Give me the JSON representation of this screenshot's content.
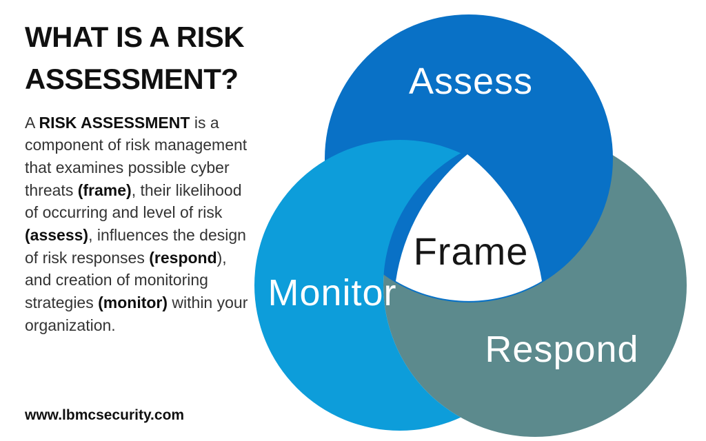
{
  "page": {
    "background": "#ffffff"
  },
  "left_panel": {
    "title": "WHAT IS A RISK ASSESSMENT?",
    "paragraph_segments": [
      {
        "text": "A ",
        "bold": false
      },
      {
        "text": "RISK ASSESSMENT",
        "bold": true
      },
      {
        "text": " is a component of risk management that examines possible cyber threats ",
        "bold": false
      },
      {
        "text": "(frame)",
        "bold": true
      },
      {
        "text": ", their likelihood of occurring and level of risk ",
        "bold": false
      },
      {
        "text": "(assess)",
        "bold": true
      },
      {
        "text": ", influences the design of risk responses ",
        "bold": false
      },
      {
        "text": "(respond",
        "bold": true
      },
      {
        "text": "), and creation of monitoring strategies ",
        "bold": false
      },
      {
        "text": "(monitor)",
        "bold": true
      },
      {
        "text": " within your organization.",
        "bold": false
      }
    ],
    "website": "www.lbmcsecurity.com"
  },
  "venn": {
    "circles": [
      {
        "id": "assess",
        "label": "Assess",
        "color": "#0971c6",
        "label_color": "#ffffff"
      },
      {
        "id": "monitor",
        "label": "Monitor",
        "color": "#0d9dda",
        "label_color": "#ffffff"
      },
      {
        "id": "respond",
        "label": "Respond",
        "color": "#5c8a8d",
        "label_color": "#ffffff"
      }
    ],
    "center_label": {
      "text": "Frame",
      "color": "#161616"
    },
    "center_hole_color": "#ffffff"
  }
}
